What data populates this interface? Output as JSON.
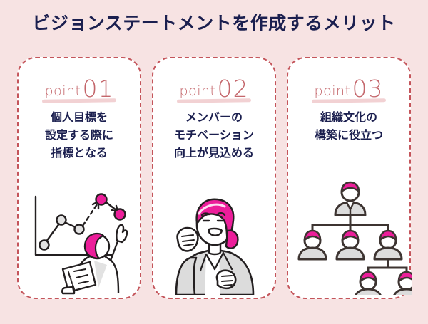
{
  "page": {
    "title": "ビジョンステートメントを作成するメリット",
    "background_color": "#f7e3e3",
    "title_color": "#1b1f4f",
    "accent_color": "#c4555b",
    "highlight_color": "#ec1e9a",
    "card_background": "#ffffff"
  },
  "cards": [
    {
      "point_word": "point",
      "point_number": "01",
      "lines": [
        "個人目標を",
        "設定する際に",
        "指標となる"
      ],
      "illustration": "line-chart-person-pointing-up"
    },
    {
      "point_word": "point",
      "point_number": "02",
      "lines": [
        "メンバーの",
        "モチベーション",
        "向上が見込める"
      ],
      "illustration": "motivated-businesswoman-fists"
    },
    {
      "point_word": "point",
      "point_number": "03",
      "lines": [
        "組織文化の",
        "構築に役立つ"
      ],
      "illustration": "organization-chart-people"
    }
  ]
}
